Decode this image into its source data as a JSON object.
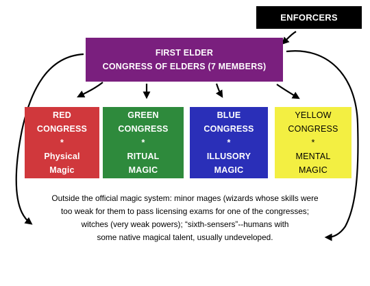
{
  "enforcers": {
    "label": "ENFORCERS"
  },
  "elder": {
    "line1": "FIRST ELDER",
    "line2": "CONGRESS OF ELDERS (7 MEMBERS)"
  },
  "congresses": [
    {
      "name1": "RED",
      "name2": "CONGRESS",
      "sep": "*",
      "type1": "Physical",
      "type2": "Magic",
      "color": "#d0383c"
    },
    {
      "name1": "GREEN",
      "name2": "CONGRESS",
      "sep": "*",
      "type1": "RITUAL",
      "type2": "MAGIC",
      "color": "#2e8a3c"
    },
    {
      "name1": "BLUE",
      "name2": "CONGRESS",
      "sep": "*",
      "type1": "ILLUSORY",
      "type2": "MAGIC",
      "color": "#2a2fb8"
    },
    {
      "name1": "YELLOW",
      "name2": "CONGRESS",
      "sep": "*",
      "type1": "MENTAL",
      "type2": "MAGIC",
      "color": "#f3ef42"
    }
  ],
  "note": {
    "line1": "Outside the official magic system: minor mages (wizards whose skills were",
    "line2": "too weak for them to pass licensing exams for one of the congresses;",
    "line3": "witches (very weak powers); “sixth-sensers”--humans with",
    "line4": "some native magical talent, usually undeveloped."
  }
}
